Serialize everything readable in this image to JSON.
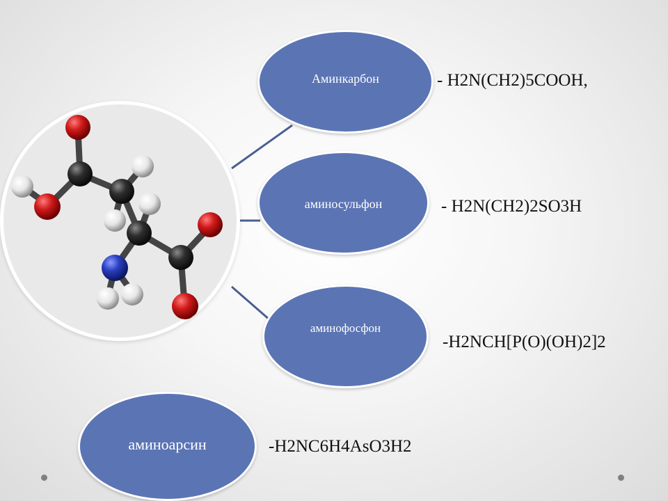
{
  "groups": [
    {
      "name": "Аминкарбон",
      "formula": "- H2N(CH2)5COOH,"
    },
    {
      "name": "аминосульфон",
      "formula": "- H2N(CH2)2SO3H"
    },
    {
      "name": "аминофосфон",
      "formula": "-H2NCH[P(O)(OH)2]2"
    },
    {
      "name": "аминоарсин",
      "formula": "-H2NC6H4AsO3H2"
    }
  ],
  "colors": {
    "oval_fill": "#5b74b4",
    "connector": "#4a5f8f",
    "oxygen": "#c81818",
    "carbon": "#2a2a2a",
    "hydrogen": "#eeeeee",
    "nitrogen": "#2a3fb0"
  }
}
